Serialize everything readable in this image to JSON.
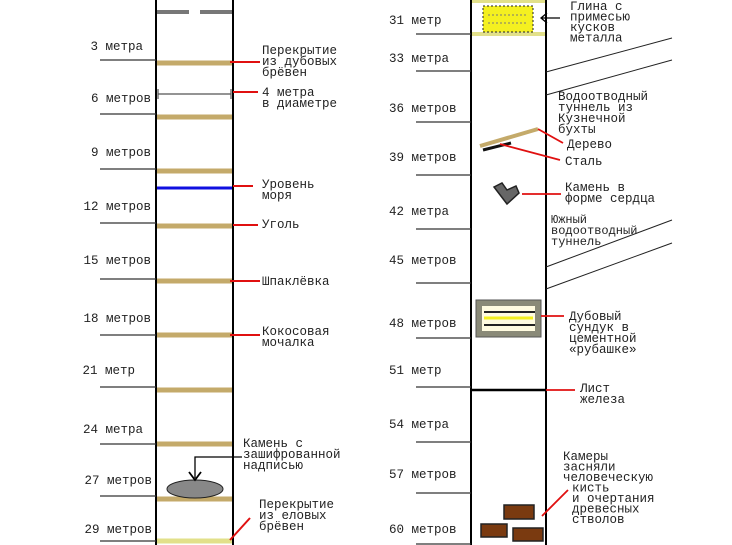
{
  "left_depths": [
    "3 метра",
    "6 метров",
    "9 метров",
    "12 метров",
    "15 метров",
    "18 метров",
    "21 метр",
    "24 метра",
    "27 метров",
    "29 метров"
  ],
  "right_depths": [
    "31 метр",
    "33 метра",
    "36 метров",
    "39 метров",
    "42 метра",
    "45 метров",
    "48 метров",
    "51 метр",
    "54 метра",
    "57 метров",
    "60 метров"
  ],
  "annotations": {
    "oak_platform": [
      "Перекрытие",
      "из дубовых",
      "брёвен"
    ],
    "diameter": [
      "4 метра",
      "в диаметре"
    ],
    "sea_level": [
      "Уровень",
      "моря"
    ],
    "coal": [
      "Уголь"
    ],
    "putty": [
      "Шпаклёвка"
    ],
    "coconut_fiber": [
      "Кокосовая",
      "мочалка"
    ],
    "cipher_stone": [
      "Камень с",
      "зашифрованной",
      "надписью"
    ],
    "spruce_platform": [
      "Перекрытие",
      "из еловых",
      "брёвен"
    ],
    "clay": [
      "Глина с",
      "примесью",
      "кусков",
      "металла"
    ],
    "smith_cove_tunnel": [
      "Водоотводный",
      "туннель из",
      "Кузнечной",
      "бухты"
    ],
    "wood": [
      "Дерево"
    ],
    "steel": [
      "Сталь"
    ],
    "heart_stone": [
      "Камень в",
      "форме сердца"
    ],
    "south_tunnel": [
      "Южный",
      "водоотводный",
      "туннель"
    ],
    "oak_chest": [
      "Дубовый",
      "сундук в",
      "цементной",
      "«рубашке»"
    ],
    "iron_sheet": [
      "Лист",
      "железа"
    ],
    "cameras": [
      "Камеры",
      "засняли",
      "человеческую",
      "кисть",
      "и очертания",
      "древесных",
      "стволов"
    ]
  },
  "colors": {
    "log": "#c4aa6a",
    "sea": "#1010e0",
    "pointer": "#e01010",
    "clay": "#f4f020",
    "brick": "#7a3a10"
  }
}
